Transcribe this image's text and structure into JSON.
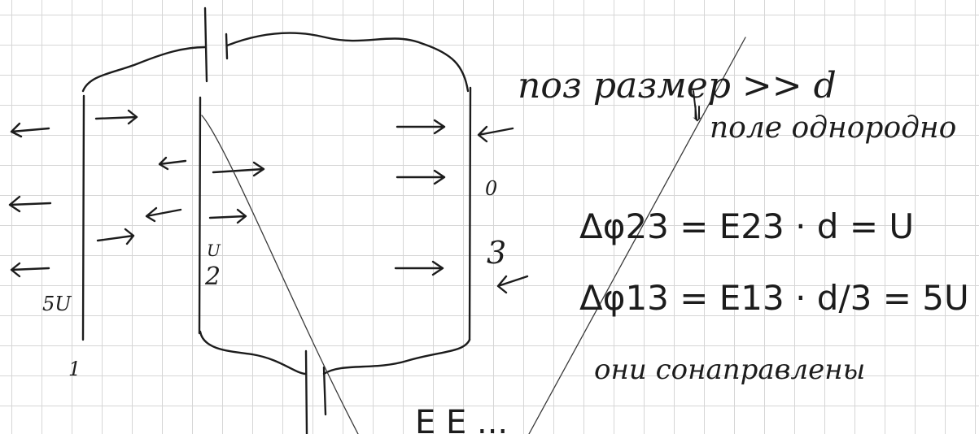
{
  "notes": {
    "top_right_line1": "поз размер >> d",
    "implies_mark": "⇓",
    "top_right_line2": "поле однородно",
    "eq1": "Δφ23 = E23 · d = U",
    "eq2": "Δφ13 = E13 · d/3 = 5U",
    "conclusion": "они сонаправлены",
    "bottom_cut": "E    E  ..."
  },
  "diagram": {
    "plate1_label": "1",
    "plate1_potential": "5U",
    "plate2_label": "2",
    "plate2_potential": "U",
    "plate3_label": "3",
    "plate3_potential": "0"
  },
  "colors": {
    "ink": "#1c1c1c",
    "grid": "#d6d6d6"
  }
}
